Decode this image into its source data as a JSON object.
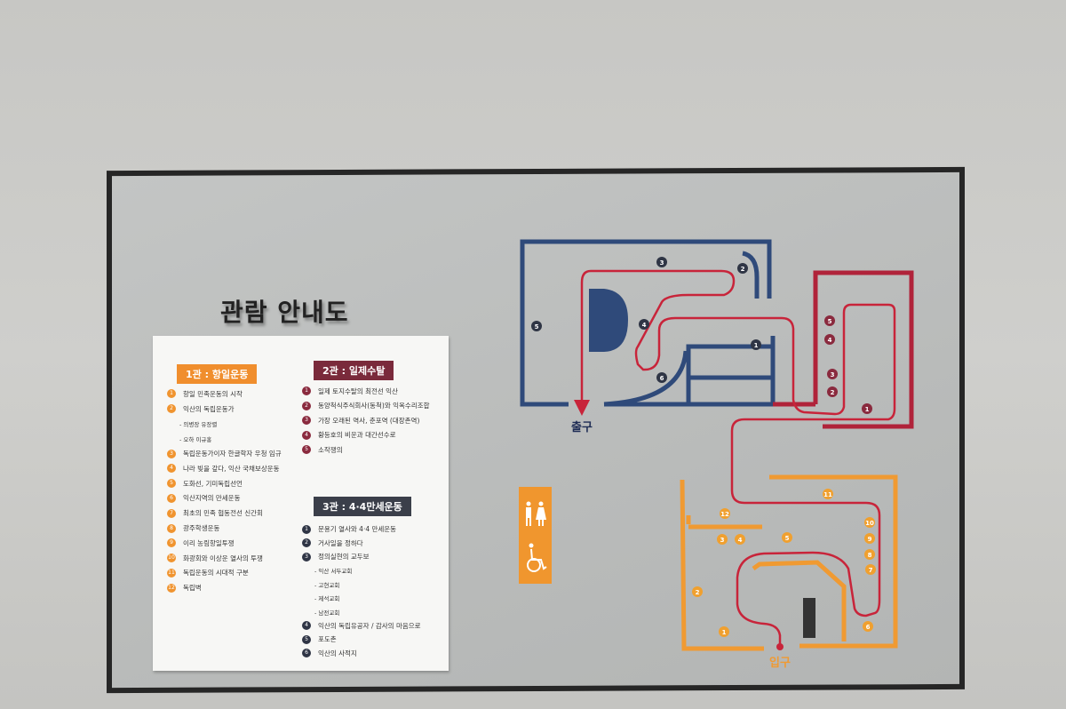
{
  "title": "관람 안내도",
  "hall1": {
    "header": "1관 : 항일운동",
    "items": [
      {
        "n": "1",
        "t": "항일 민족운동의 시작"
      },
      {
        "n": "2",
        "t": "익산의 독립운동가"
      },
      {
        "n": "",
        "t": "- 의병장 유장렬"
      },
      {
        "n": "",
        "t": "- 오하 이규홍"
      },
      {
        "n": "3",
        "t": "독립운동가이자 한글학자 우청 임규"
      },
      {
        "n": "4",
        "t": "나라 빚을 갚다, 익산 국채보상운동"
      },
      {
        "n": "5",
        "t": "도화선, 기미독립선언"
      },
      {
        "n": "6",
        "t": "익산지역의 만세운동"
      },
      {
        "n": "7",
        "t": "최초의 민족 협동전선 신간회"
      },
      {
        "n": "8",
        "t": "광주학생운동"
      },
      {
        "n": "9",
        "t": "이리 농림항일투쟁"
      },
      {
        "n": "10",
        "t": "화광회와 이상운 열사의 투쟁"
      },
      {
        "n": "11",
        "t": "독립운동의 시대적 구분"
      },
      {
        "n": "12",
        "t": "독립벽"
      }
    ]
  },
  "hall2": {
    "header": "2관 : 일제수탈",
    "items": [
      {
        "n": "1",
        "t": "일제 토지수탈의 최전선 익산"
      },
      {
        "n": "2",
        "t": "동양척식주식회사(동척)와 익옥수리조합"
      },
      {
        "n": "3",
        "t": "가장 오래된 역사, 춘포역 (대장촌역)"
      },
      {
        "n": "4",
        "t": "황등호의 비운과 대간선수로"
      },
      {
        "n": "5",
        "t": "소작쟁의"
      }
    ]
  },
  "hall3": {
    "header": "3관 : 4·4만세운동",
    "items": [
      {
        "n": "1",
        "t": "문용기 열사와 4·4 만세운동"
      },
      {
        "n": "2",
        "t": "거사일을 정하다"
      },
      {
        "n": "3",
        "t": "정의실현의 교두보"
      },
      {
        "n": "",
        "t": "- 익산 서두교회"
      },
      {
        "n": "",
        "t": "- 고현교회"
      },
      {
        "n": "",
        "t": "- 제석교회"
      },
      {
        "n": "",
        "t": "- 남전교회"
      },
      {
        "n": "4",
        "t": "익산의 독립유공자 / 감사의 마음으로"
      },
      {
        "n": "5",
        "t": "포도촌"
      },
      {
        "n": "6",
        "t": "익산의 사적지"
      }
    ]
  },
  "map": {
    "exit_label": "출구",
    "entrance_label": "입구",
    "blue_markers": [
      "3",
      "2",
      "5",
      "4",
      "1",
      "6"
    ],
    "red_markers": [
      "5",
      "4",
      "3",
      "2",
      "1"
    ],
    "orange_markers": [
      "11",
      "12",
      "10",
      "3",
      "4",
      "5",
      "9",
      "8",
      "7",
      "2",
      "6",
      "1"
    ],
    "restroom_icons": [
      "restroom-icon",
      "wheelchair-icon"
    ]
  },
  "colors": {
    "hall1": "#f0942f",
    "hall2": "#b0233a",
    "hall3": "#2f4a7a",
    "route": "#c8243a"
  }
}
